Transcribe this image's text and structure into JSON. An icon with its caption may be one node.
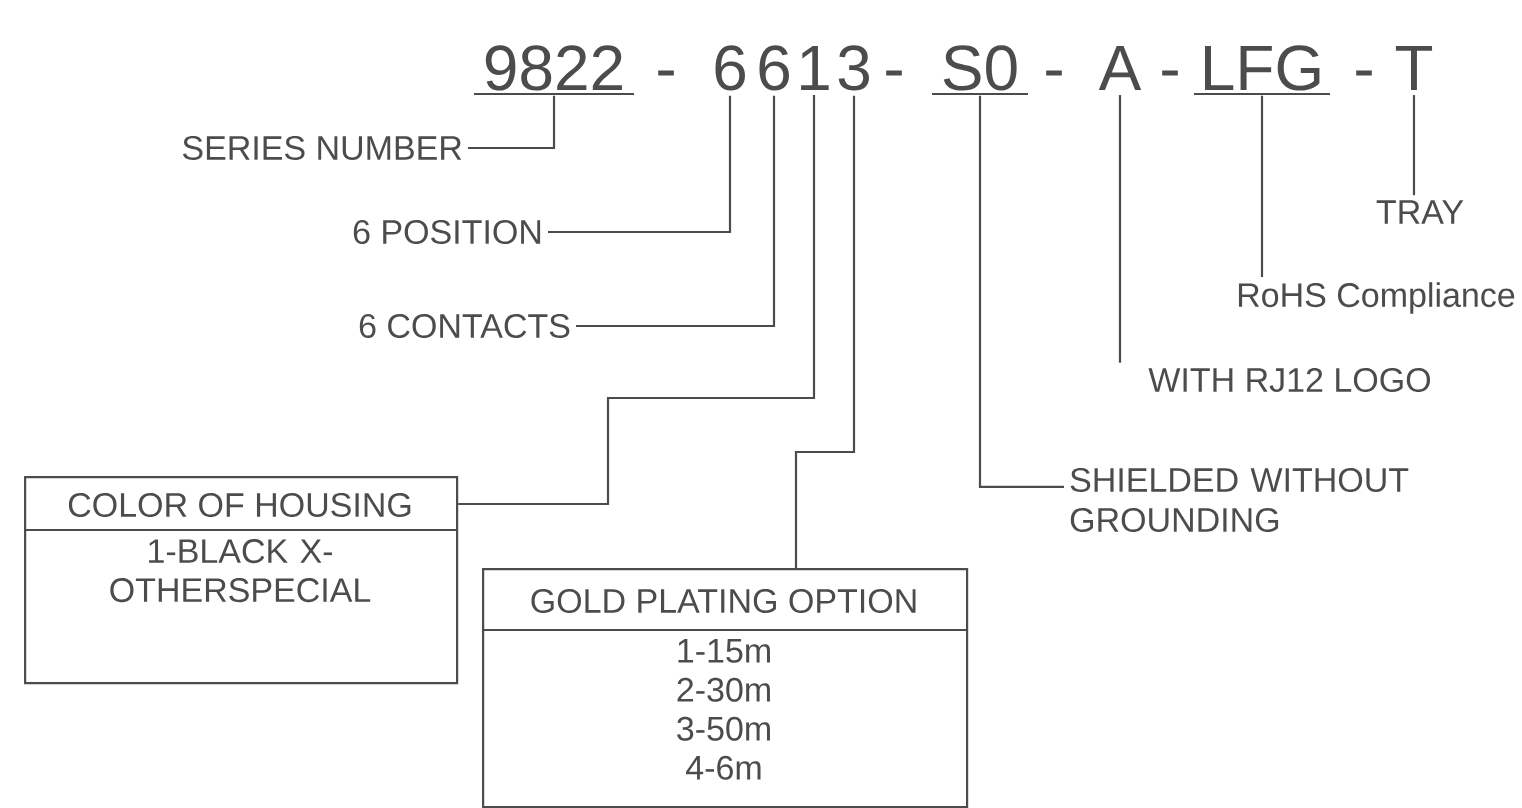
{
  "diagram": {
    "nodes": [
      {
        "text": [
          "9822"
        ]
      },
      {
        "text": [
          "6"
        ]
      },
      {
        "text": [
          "6"
        ]
      },
      {
        "text": [
          "1"
        ]
      },
      {
        "text": [
          "3"
        ]
      },
      {
        "text": [
          "S0"
        ]
      },
      {
        "text": [
          "A"
        ]
      },
      {
        "text": [
          "LFG"
        ]
      },
      {
        "text": [
          "T"
        ]
      },
      {
        "text": [
          "SERIES NUMBER"
        ]
      },
      {
        "text": [
          "6 POSITION"
        ]
      },
      {
        "text": [
          "6 CONTACTS"
        ]
      },
      {
        "text": [
          "COLOR OF HOUSING",
          "1-BLACK X-OTHERSPECIAL"
        ]
      },
      {
        "text": [
          "GOLD PLATING OPTION",
          "1-15m 2-30m 3-50m 4-6m"
        ]
      },
      {
        "text": [
          "SHIELDED WITHOUT GROUNDING"
        ]
      },
      {
        "text": [
          "WITH RJ12 LOGO"
        ]
      },
      {
        "text": [
          "RoHS Compliance"
        ]
      },
      {
        "text": [
          "TRAY"
        ]
      }
    ],
    "edges": [
      {
        "from": 9,
        "to": 0,
        "arrow": "none"
      },
      {
        "from": 10,
        "to": 1,
        "arrow": "none"
      },
      {
        "from": 11,
        "to": 2,
        "arrow": "none"
      },
      {
        "from": 12,
        "to": 3,
        "arrow": "none"
      },
      {
        "from": 13,
        "to": 4,
        "arrow": "none"
      },
      {
        "from": 14,
        "to": 5,
        "arrow": "none"
      },
      {
        "from": 15,
        "to": 6,
        "arrow": "none"
      },
      {
        "from": 16,
        "to": 7,
        "arrow": "none"
      },
      {
        "from": 17,
        "to": 8,
        "arrow": "none"
      }
    ],
    "labels": [
      "-",
      "-",
      "-",
      "-",
      "-"
    ]
  }
}
